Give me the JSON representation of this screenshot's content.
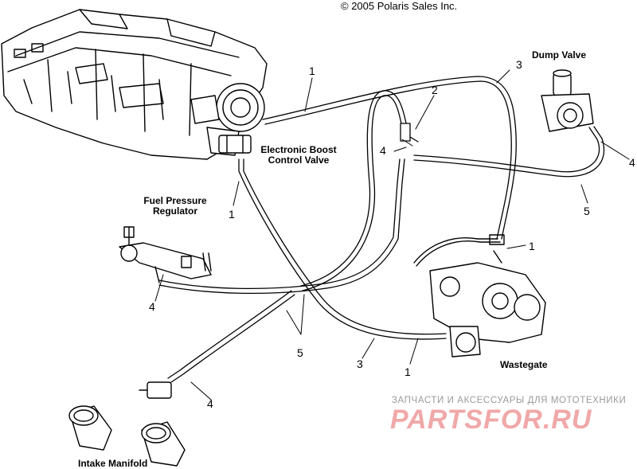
{
  "copyright": "© 2005 Polaris Sales Inc.",
  "components": {
    "dump_valve": "Dump Valve",
    "ebcv_line1": "Electronic Boost",
    "ebcv_line2": "Control Valve",
    "fpr_line1": "Fuel Pressure",
    "fpr_line2": "Regulator",
    "wastegate": "Wastegate",
    "intake_manifold": "Intake Manifold"
  },
  "callouts": {
    "c1a": "1",
    "c1b": "1",
    "c1c": "1",
    "c1d": "1",
    "c2": "2",
    "c3a": "3",
    "c3b": "3",
    "c4a": "4",
    "c4b": "4",
    "c4c": "4",
    "c4d": "4",
    "c5a": "5",
    "c5b": "5"
  },
  "watermark": {
    "line1": "ЗАПЧАСТИ И АКСЕССУАРЫ ДЛЯ МОТОТЕХНИКИ",
    "line2": "PARTSFOR.RU"
  }
}
